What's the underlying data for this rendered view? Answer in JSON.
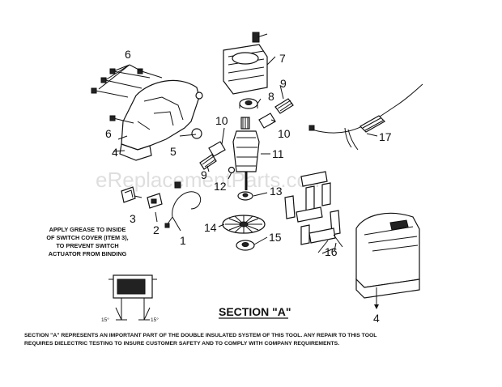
{
  "watermark": "eReplacementParts.com",
  "section_title": "SECTION \"A\"",
  "grease_note": {
    "line1": "APPLY GREASE TO INSIDE",
    "line2": "OF SWITCH COVER (ITEM 3),",
    "line3": "TO PREVENT SWITCH",
    "line4": "ACTUATOR FROM BINDING"
  },
  "footer": {
    "line1": "SECTION \"A\" REPRESENTS AN IMPORTANT PART OF THE DOUBLE INSULATED SYSTEM OF THIS TOOL.  ANY REPAIR TO THIS TOOL",
    "line2": "REQUIRES DIELECTRIC TESTING TO INSURE CUSTOMER SAFETY AND TO COMPLY WITH COMPANY REQUIREMENTS."
  },
  "angles": {
    "left": "15°",
    "right": "15°"
  },
  "callouts": {
    "c1": "1",
    "c2": "2",
    "c3": "3",
    "c4a": "4",
    "c4b": "4",
    "c5": "5",
    "c6a": "6",
    "c6b": "6",
    "c7": "7",
    "c8": "8",
    "c9a": "9",
    "c9b": "9",
    "c10a": "10",
    "c10b": "10",
    "c11": "11",
    "c12": "12",
    "c13": "13",
    "c14": "14",
    "c15": "15",
    "c16": "16",
    "c17": "17"
  }
}
